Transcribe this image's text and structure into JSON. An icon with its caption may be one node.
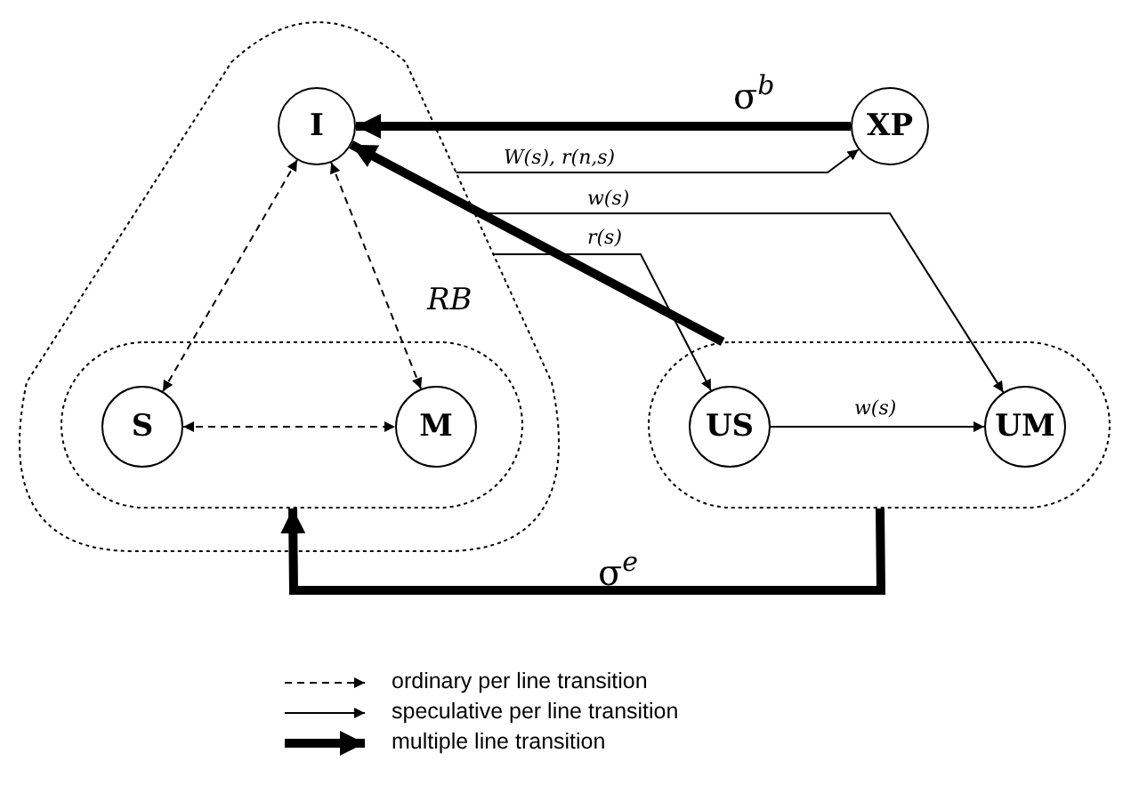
{
  "diagram": {
    "nodes": [
      {
        "text": [],
        "shape": "triangle"
      },
      {
        "text": [
          "I"
        ],
        "in": 0
      },
      {
        "text": [],
        "shape": "box",
        "in": 0
      },
      {
        "text": [
          "S"
        ],
        "in": 2
      },
      {
        "text": [
          "M"
        ],
        "in": 2
      },
      {
        "text": [
          "XP"
        ]
      },
      {
        "text": [],
        "shape": "box"
      },
      {
        "text": [
          "US"
        ],
        "in": 6
      },
      {
        "text": [
          "UM"
        ],
        "in": 6
      }
    ],
    "edges": [
      {
        "from": 5,
        "to": 1,
        "arrow": "to",
        "style": "thick",
        "label": "σ$^{b}$"
      },
      {
        "from": 0,
        "to": 5,
        "arrow": "to",
        "label": "W(s), r(n,s)"
      },
      {
        "from": 0,
        "to": 8,
        "arrow": "to",
        "label": "w(s)"
      },
      {
        "from": 0,
        "to": 7,
        "arrow": "to",
        "label": "r(s)"
      },
      {
        "from": 6,
        "to": 1,
        "arrow": "to",
        "style": "thick",
        "label": "RB"
      },
      {
        "from": 1,
        "to": 3,
        "arrow": "both",
        "style": "dashed"
      },
      {
        "from": 1,
        "to": 4,
        "arrow": "both",
        "style": "dashed"
      },
      {
        "from": 3,
        "to": 4,
        "arrow": "both",
        "style": "dashed"
      },
      {
        "from": 7,
        "to": 8,
        "arrow": "to",
        "label": "w(s)"
      },
      {
        "from": 6,
        "to": 2,
        "arrow": "to",
        "style": "thick",
        "label": "σ$^{e}$"
      }
    ],
    "legend": [
      {
        "text": "ordinary per line transition"
      },
      {
        "text": "speculative per line transition"
      },
      {
        "text": "multiple line transition"
      }
    ]
  }
}
